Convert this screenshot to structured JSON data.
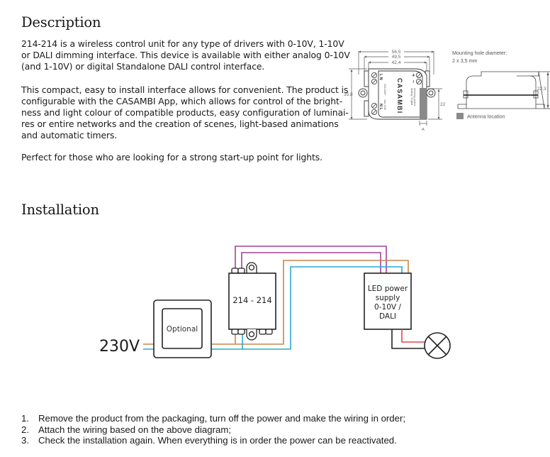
{
  "description": {
    "heading": "Description",
    "paragraph1_lines": [
      "214-214 is a wireless control unit for any type of drivers with 0-10V, 1-10V",
      "or DALI dimming interface. This device is available with either analog 0-10V",
      "(and 1-10V) or digital Standalone DALI control interface."
    ],
    "paragraph2_lines": [
      "This compact, easy to install interface allows for convenient. The product is",
      "configurable with the CASAMBI App, which allows for control of the bright-",
      "ness and light colour of compatible products, easy configuration of luminai-",
      "res or entire networks and the creation of scenes, light-based animations",
      "and automatic timers."
    ],
    "paragraph3_lines": [
      "Perfect for those who are looking for a strong start-up point for lights."
    ]
  },
  "dimension_drawing": {
    "width_outer": "56,5",
    "width_mid": "49,5",
    "width_inner": "42,4",
    "height": "35,8",
    "antenna_height": "22",
    "antenna_width_label": "A",
    "brand": "CASAMBI",
    "terminal_left_top": "L N",
    "terminal_left_bottom": "N L",
    "terminal_left_top_sub": "220-240V~",
    "terminal_left_bottom_sub": "max 3,0A",
    "terminal_right_plus": "+",
    "terminal_right_minus": "–",
    "control_label_1": "Analog / Digital",
    "control_label_2": "dimming control",
    "mounting_hole_label": "Mounting hole diameter:",
    "mounting_hole_value": "2 x 3,5 mm",
    "side_height": "22,3",
    "antenna_legend": "Antenna location",
    "antenna_color": "#8a8a8a"
  },
  "installation": {
    "heading": "Installation",
    "supply_label": "230V",
    "switch_label": "Optional",
    "controller_label": "214 - 214",
    "driver_label_lines": [
      "LED power",
      "supply",
      "0-10V /",
      "DALI"
    ],
    "wire_colors": {
      "live": "#c8874a",
      "neutral": "#2aa8d4",
      "control": "#a2419a",
      "led_positive": "#e34848",
      "led_negative": "#222222"
    },
    "steps": [
      {
        "num": "1.",
        "text": "Remove the product from the packaging, turn off the power and make the wiring in order;"
      },
      {
        "num": "2.",
        "text": "Attach the wiring based on the above diagram;"
      },
      {
        "num": "3.",
        "text": "Check the installation again. When everything is in order the power can be reactivated."
      }
    ]
  }
}
